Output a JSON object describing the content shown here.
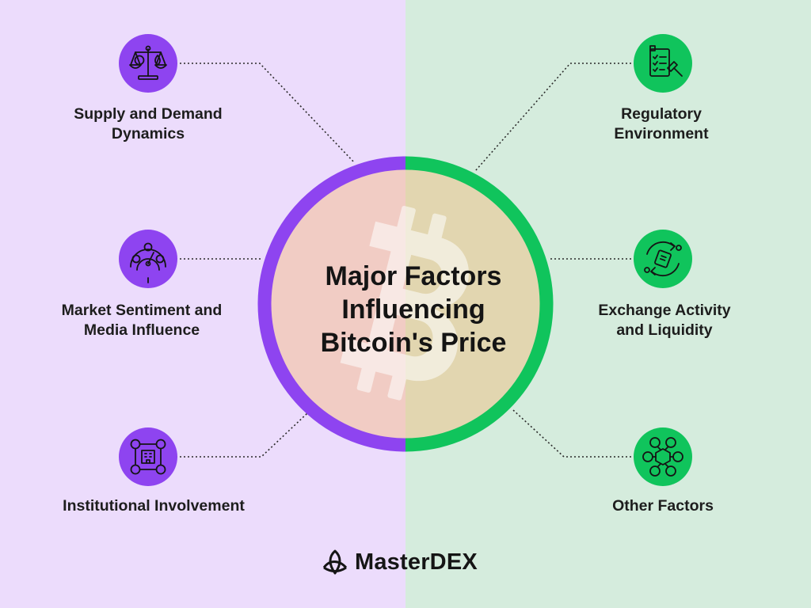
{
  "title": {
    "line1": "Major Factors",
    "line2": "Influencing",
    "line3": "Bitcoin's Price"
  },
  "factors": [
    {
      "side": "left",
      "icon": "scales-balance-icon",
      "line1": "Supply and Demand",
      "line2": "Dynamics"
    },
    {
      "side": "left",
      "icon": "sentiment-gauge-icon",
      "line1": "Market Sentiment and",
      "line2": "Media Influence"
    },
    {
      "side": "left",
      "icon": "institution-network-icon",
      "line1": "Institutional Involvement",
      "line2": ""
    },
    {
      "side": "right",
      "icon": "regulation-checklist-gavel-icon",
      "line1": "Regulatory",
      "line2": "Environment"
    },
    {
      "side": "right",
      "icon": "exchange-cycle-icon",
      "line1": "Exchange Activity",
      "line2": "and Liquidity"
    },
    {
      "side": "right",
      "icon": "connected-factors-icon",
      "line1": "Other Factors",
      "line2": ""
    }
  ],
  "brand": {
    "name": "MasterDEX",
    "logo_icon": "masterdex-logo-icon"
  },
  "colors": {
    "left_background": "#ecdcfc",
    "right_background": "#d5ecdd",
    "purple_accent": "#8e44f0",
    "green_accent": "#10c45c"
  }
}
